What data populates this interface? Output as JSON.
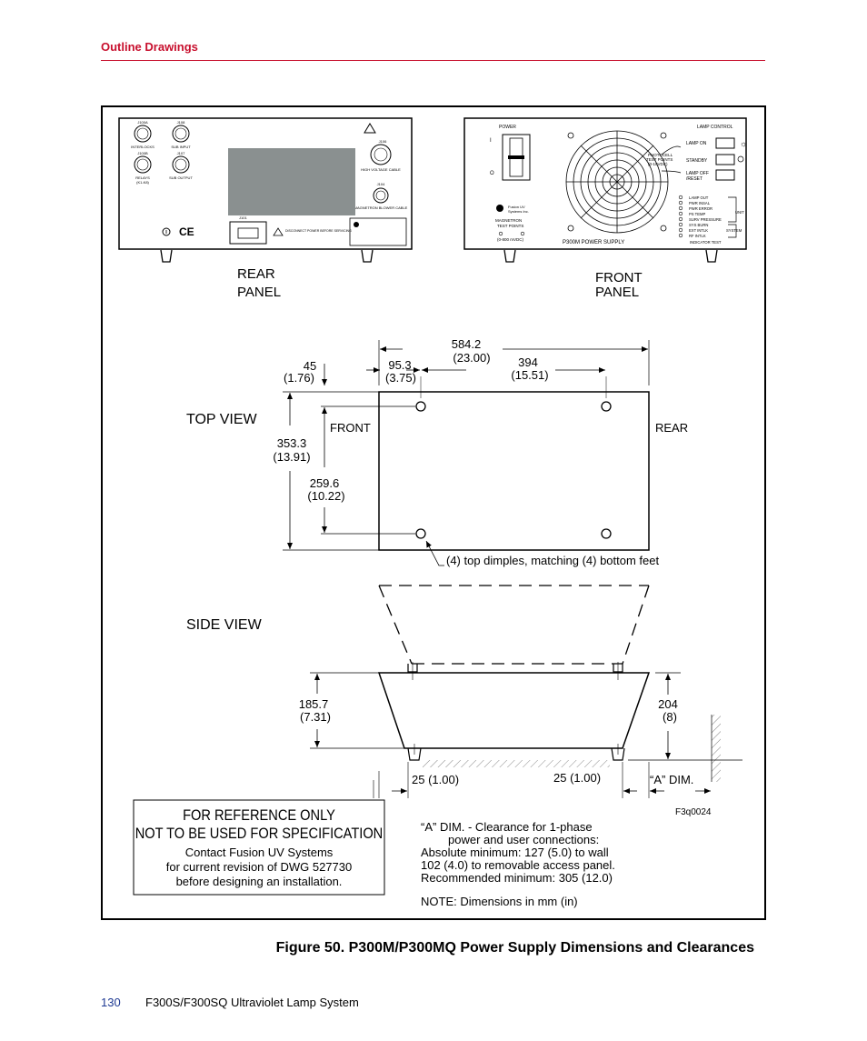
{
  "header": {
    "section": "Outline Drawings"
  },
  "drawing": {
    "rear_panel": {
      "label_line1": "REAR",
      "label_line2": "PANEL",
      "connectors": [
        "J100A",
        "J108",
        "J100B",
        "J107",
        "J106",
        "J104",
        "J101"
      ],
      "connector_labels": [
        "INTERLOCKS",
        "SUB INPUT",
        "RELAYS",
        "SUB OUTPUT",
        "HIGH VOLTAGE CABLE",
        "MAGNETRON BLOWER CABLE"
      ],
      "relays_range": "(K1-K8)",
      "ce_mark": "CE",
      "warning_note": "DISCONNECT POWER BEFORE SERVICING"
    },
    "front_panel": {
      "label_line1": "FRONT",
      "label_line2": "PANEL",
      "power_label": "POWER",
      "power_on": "I",
      "power_off": "O",
      "lamp_control": "LAMP   CONTROL",
      "lamp_on": "LAMP   ON",
      "standby": "STANDBY",
      "lamp_off_line1": "LAMP   OFF",
      "lamp_off_line2": "/RESET",
      "photocell_line1": "PHOTOCELL",
      "photocell_line2": "TEST POINTS",
      "photocell_line3": "(0-10VDC)",
      "logo_line1": "Fusion UV",
      "logo_line2": "Systems Inc.",
      "magnetron_line1": "MAGNETRON",
      "magnetron_line2": "TEST   POINTS",
      "magnetron_range": "(0-800   mVDC)",
      "model": "P300M   POWER   SUPPLY",
      "unit_label": "UNIT",
      "system_label": "SYSTEM",
      "indicator_test": "INDICATOR   TEST",
      "indicators": [
        "LAMP   OUT",
        "PWR   INSAL",
        "PWR   ERROR",
        "PS   TEMP",
        "SURV   PRESSURE",
        "SYS   BURN",
        "EXT   INTLK",
        "RF   INTLK"
      ]
    },
    "top_view": {
      "title": "TOP    VIEW",
      "front": "FRONT",
      "rear": "REAR",
      "width_mm": "584.2",
      "width_in": "(23.00)",
      "hole_spacing_mm": "394",
      "hole_spacing_in": "(15.51)",
      "hole_offset_mm": "95.3",
      "hole_offset_in": "(3.75)",
      "edge_offset_mm": "45",
      "edge_offset_in": "(1.76)",
      "depth_mm": "353.3",
      "depth_in": "(13.91)",
      "hole_depth_mm": "259.6",
      "hole_depth_in": "(10.22)",
      "dimples_note": "(4)   top   dimples,   matching   (4)   bottom   feet"
    },
    "side_view": {
      "title": "SIDE    VIEW",
      "height_mm": "185.7",
      "height_in": "(7.31)",
      "overall_mm": "204",
      "overall_in": "(8)",
      "foot_left": "25    (1.00)",
      "foot_right": "25    (1.00)",
      "a_dim": "“A”    DIM."
    },
    "drawing_id": "F3q0024",
    "reference_box": {
      "line1": "FOR REFERENCE ONLY",
      "line2": "NOT TO BE USED FOR SPECIFICATION",
      "line3": "Contact Fusion UV Systems",
      "line4": "for current revision of DWG 527730",
      "line5": "before designing an installation."
    },
    "clearance_note": {
      "line1": "“A” DIM. - Clearance for 1-phase",
      "line2": "power and user connections:",
      "line3": "Absolute minimum: 127 (5.0) to wall",
      "line4": "102 (4.0) to removable access panel.",
      "line5": "Recommended minimum: 305 (12.0)",
      "line6": "NOTE: Dimensions in mm (in)"
    }
  },
  "caption": "Figure 50. P300M/P300MQ Power Supply Dimensions and Clearances",
  "footer": {
    "page_number": "130",
    "doc_title": "F300S/F300SQ Ultraviolet Lamp System"
  }
}
